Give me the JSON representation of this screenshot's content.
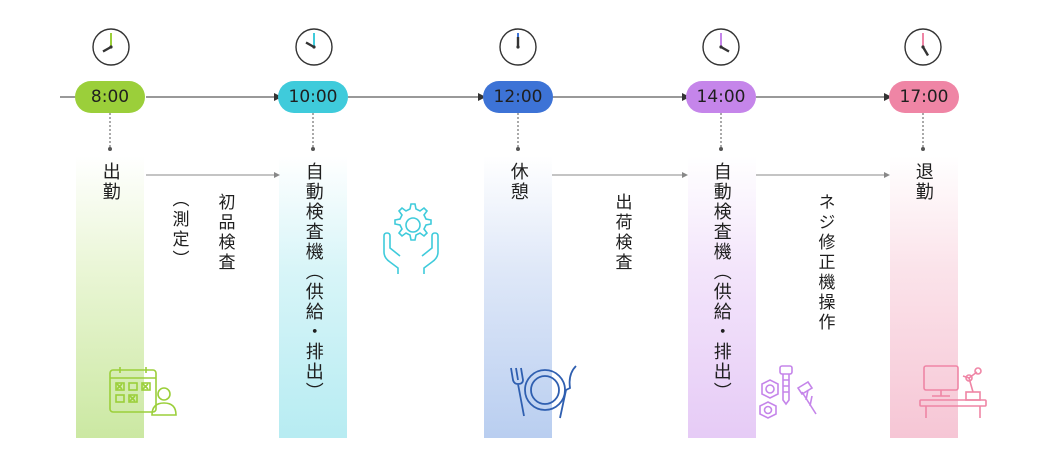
{
  "colors": {
    "green": "#9bcf3a",
    "cyan": "#3fcbdb",
    "blue": "#3d73d6",
    "purple": "#c585ea",
    "pink": "#ef85a5",
    "line": "#333333"
  },
  "times": [
    {
      "label": "8:00",
      "color": "green",
      "clock_hour": 8
    },
    {
      "label": "10:00",
      "color": "cyan",
      "clock_hour": 10
    },
    {
      "label": "12:00",
      "color": "blue",
      "clock_hour": 12
    },
    {
      "label": "14:00",
      "color": "purple",
      "clock_hour": 14
    },
    {
      "label": "17:00",
      "color": "pink",
      "clock_hour": 17
    }
  ],
  "activities": {
    "a1": "出勤",
    "a2": "自動検査機（供給・排出）",
    "a3": "休憩",
    "a4": "自動検査機（供給・排出）",
    "a5": "退勤"
  },
  "transitions": {
    "t1_main": "初品検査",
    "t1_sub": "（測定）",
    "t2": "出荷検査",
    "t3": "ネジ修正機操作"
  },
  "icons": [
    "schedule-calendar-person-icon",
    "gear-hands-icon",
    "plate-fork-knife-icon",
    "screw-nut-icon",
    "computer-robot-arm-icon"
  ]
}
